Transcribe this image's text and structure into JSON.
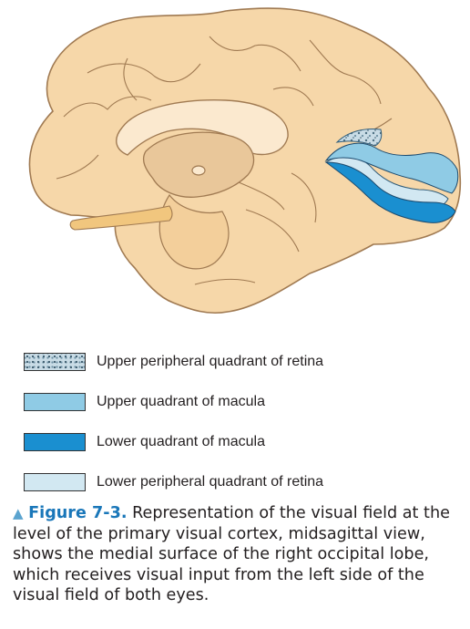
{
  "legend": {
    "items": [
      {
        "label": "Upper peripheral quadrant of retina",
        "swatch": "pattern",
        "color": "#9ec2d4"
      },
      {
        "label": "Upper quadrant of macula",
        "swatch": "fill",
        "color": "#8fcbe5"
      },
      {
        "label": "Lower quadrant of macula",
        "swatch": "fill",
        "color": "#1a8fd0"
      },
      {
        "label": "Lower peripheral quadrant of retina",
        "swatch": "fill",
        "color": "#d2e8f2"
      }
    ]
  },
  "caption": {
    "marker": "▲",
    "figure_label": "Figure 7-3.",
    "text": " Representation of the visual field at the level of the primary visual cortex, midsagittal view, shows the medial surface of the right occipital lobe, which receives visual input from the left side of the visual field of both eyes."
  },
  "colors": {
    "brain_fill": "#f6d7a9",
    "brain_outline": "#a07a52",
    "callosum": "#fbe9cf",
    "deep": "#e9c79a",
    "upper_macula": "#8fcbe5",
    "lower_macula": "#1a8fd0",
    "lower_peripheral": "#d2e8f2",
    "upper_peripheral": "#9ec2d4"
  }
}
